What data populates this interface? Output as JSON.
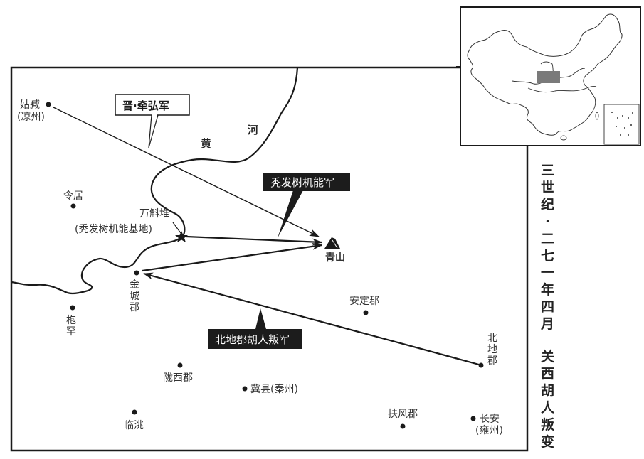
{
  "title": {
    "part1": "三世纪·二七一年四月",
    "part2": "关西胡人叛变"
  },
  "river": {
    "label_1": "黄",
    "label_2": "河"
  },
  "callouts": {
    "jin_army": "晋·牵弘军",
    "tufa_army": "秃发树机能军",
    "beidi_army": "北地郡胡人叛军"
  },
  "places": {
    "guzang": "姑臧",
    "guzang_sub": "(凉州)",
    "lingju": "令居",
    "wanhudui": "万斛堆",
    "wanhudui_sub": "(秃发树机能基地)",
    "qingshan": "青山",
    "jincheng_1": "金",
    "jincheng_2": "城",
    "jincheng_3": "郡",
    "baohan_1": "枹",
    "baohan_2": "罕",
    "anding": "安定郡",
    "beidi_1": "北",
    "beidi_2": "地",
    "beidi_3": "郡",
    "longxi": "陇西郡",
    "jixian": "冀县(秦州)",
    "lintao": "临洮",
    "fufeng": "扶风郡",
    "changan": "长安",
    "changan_sub": "(雍州)"
  },
  "inset": {
    "highlight_color": "#7a7a7a"
  },
  "colors": {
    "ink": "#1a1a1a",
    "callout_dark_bg": "#1c1c1c"
  }
}
